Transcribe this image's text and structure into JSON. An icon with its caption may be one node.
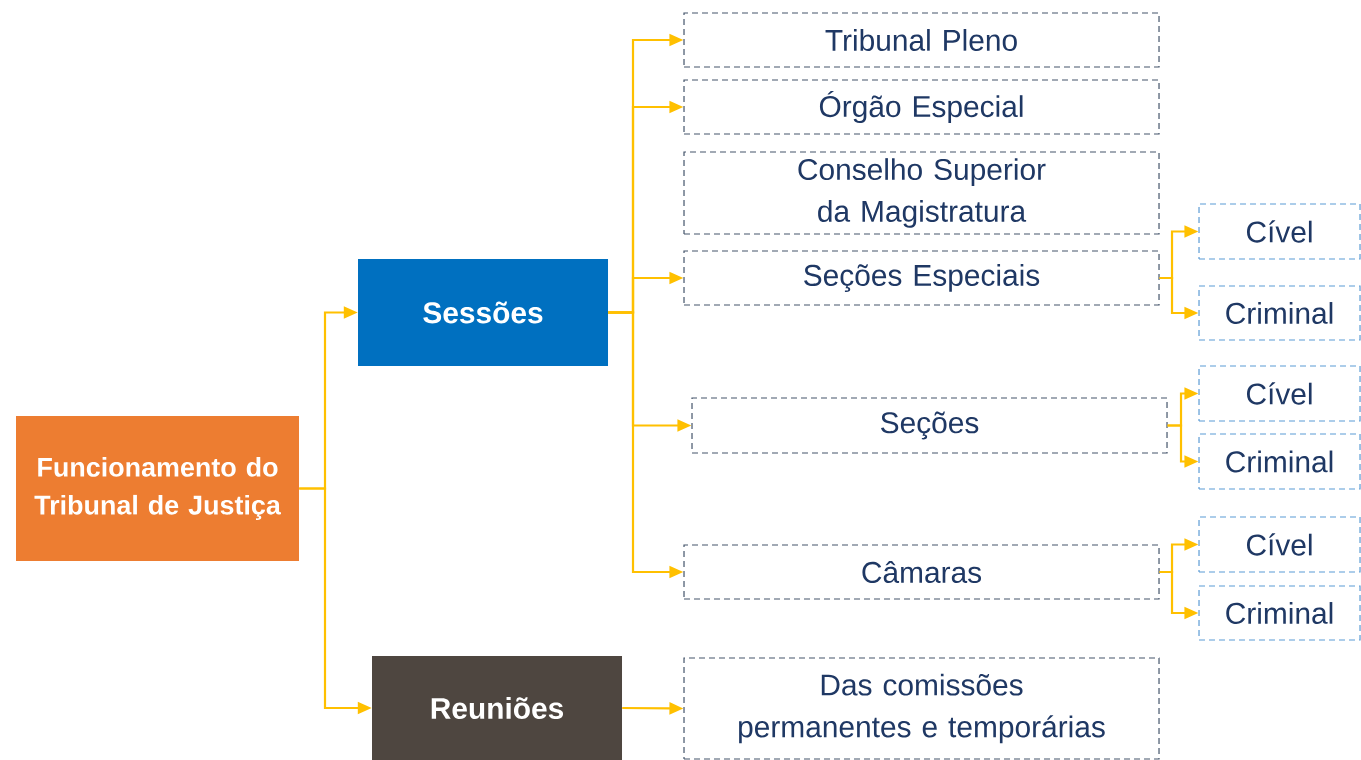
{
  "diagram": {
    "nodes": [
      {
        "text": [
          "Funcionamento do Tribunal de Justiça"
        ]
      },
      {
        "text": [
          "Sessões"
        ]
      },
      {
        "text": [
          "Reuniões"
        ]
      },
      {
        "text": [
          "Tribunal Pleno"
        ]
      },
      {
        "text": [
          "Órgão Especial"
        ]
      },
      {
        "text": [
          "Conselho Superior da Magistratura"
        ]
      },
      {
        "text": [
          "Seções Especiais"
        ]
      },
      {
        "text": [
          "Cível"
        ]
      },
      {
        "text": [
          "Criminal"
        ]
      },
      {
        "text": [
          "Seções"
        ]
      },
      {
        "text": [
          "Cível"
        ]
      },
      {
        "text": [
          "Criminal"
        ]
      },
      {
        "text": [
          "Câmaras"
        ]
      },
      {
        "text": [
          "Cível"
        ]
      },
      {
        "text": [
          "Criminal"
        ]
      },
      {
        "text": [
          "Das comissões permanentes e temporárias"
        ]
      }
    ],
    "edges": [
      {
        "from": 0,
        "to": 1,
        "arrow": "to"
      },
      {
        "from": 0,
        "to": 2,
        "arrow": "to"
      },
      {
        "from": 1,
        "to": 3,
        "arrow": "to"
      },
      {
        "from": 1,
        "to": 4,
        "arrow": "to"
      },
      {
        "from": 1,
        "to": 6,
        "arrow": "to"
      },
      {
        "from": 1,
        "to": 9,
        "arrow": "to"
      },
      {
        "from": 1,
        "to": 12,
        "arrow": "to"
      },
      {
        "from": 6,
        "to": 7,
        "arrow": "to"
      },
      {
        "from": 6,
        "to": 8,
        "arrow": "to"
      },
      {
        "from": 9,
        "to": 10,
        "arrow": "to"
      },
      {
        "from": 9,
        "to": 11,
        "arrow": "to"
      },
      {
        "from": 12,
        "to": 13,
        "arrow": "to"
      },
      {
        "from": 12,
        "to": 14,
        "arrow": "to"
      },
      {
        "from": 2,
        "to": 15,
        "arrow": "to"
      }
    ]
  }
}
